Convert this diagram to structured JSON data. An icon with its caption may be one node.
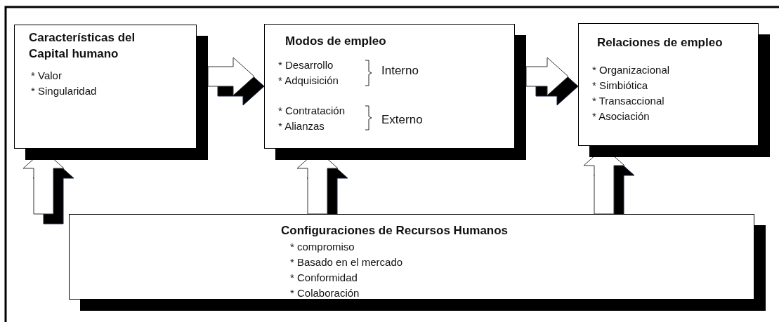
{
  "diagram": {
    "nodes": [
      {
        "text": [
          "Características del Capital humano",
          "* Valor",
          "* Singularidad"
        ]
      },
      {
        "text": [
          "Modos de empleo",
          "* Desarrollo",
          "* Adquisición",
          "Interno",
          "* Contratación",
          "* Alianzas",
          "Externo"
        ]
      },
      {
        "text": [
          "Relaciones de empleo",
          "* Organizacional",
          "* Simbiótica",
          "* Transaccional",
          "* Asociación"
        ]
      },
      {
        "text": [
          "Configuraciones de Recursos Humanos",
          "* compromiso",
          "* Basado en el mercado",
          "* Conformidad",
          "* Colaboración"
        ]
      }
    ],
    "edges": [
      {
        "from": 0,
        "to": 1,
        "arrow": "to"
      },
      {
        "from": 1,
        "to": 2,
        "arrow": "to"
      },
      {
        "from": 3,
        "to": 0,
        "arrow": "to"
      },
      {
        "from": 3,
        "to": 1,
        "arrow": "to"
      },
      {
        "from": 3,
        "to": 2,
        "arrow": "to"
      }
    ]
  }
}
